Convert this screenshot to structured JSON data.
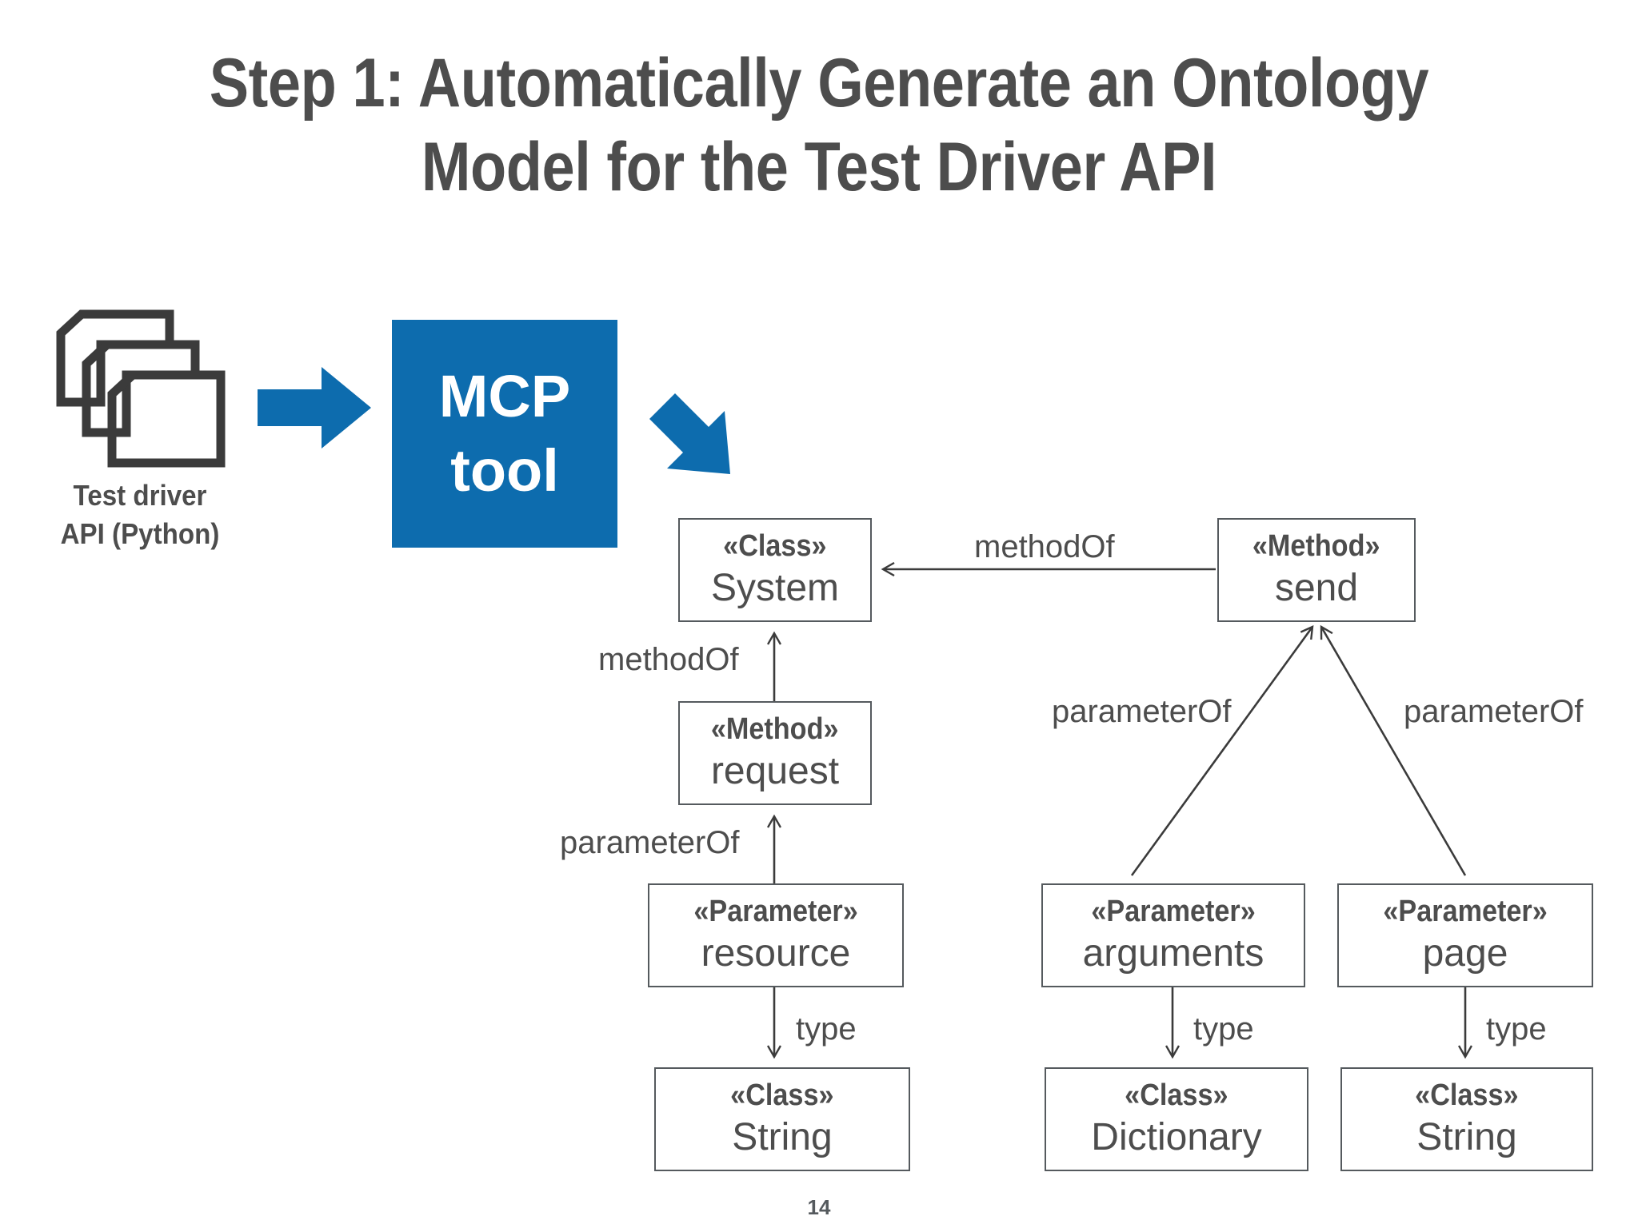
{
  "slide": {
    "title_line1": "Step 1: Automatically Generate an Ontology",
    "title_line2": "Model for the Test Driver API",
    "page_number": "14",
    "accent_color": "#0d6cae",
    "ink_color": "#4d4d4d",
    "stroke_color": "#555a5e"
  },
  "source": {
    "icon": "stacked-documents-icon",
    "label_line1": "Test driver",
    "label_line2": "API (Python)"
  },
  "arrows": {
    "right_arrow_icon": "arrow-right-icon",
    "diagonal_arrow_icon": "arrow-down-right-icon"
  },
  "tool": {
    "line1": "MCP",
    "line2": "tool"
  },
  "chart_data": {
    "type": "diagram",
    "title": "Ontology model for the Test Driver API",
    "nodes": [
      {
        "id": "class-system",
        "stereotype": "«Class»",
        "name": "System"
      },
      {
        "id": "method-send",
        "stereotype": "«Method»",
        "name": "send"
      },
      {
        "id": "method-request",
        "stereotype": "«Method»",
        "name": "request"
      },
      {
        "id": "param-resource",
        "stereotype": "«Parameter»",
        "name": "resource"
      },
      {
        "id": "param-arguments",
        "stereotype": "«Parameter»",
        "name": "arguments"
      },
      {
        "id": "param-page",
        "stereotype": "«Parameter»",
        "name": "page"
      },
      {
        "id": "class-string-left",
        "stereotype": "«Class»",
        "name": "String"
      },
      {
        "id": "class-dictionary",
        "stereotype": "«Class»",
        "name": "Dictionary"
      },
      {
        "id": "class-string-right",
        "stereotype": "«Class»",
        "name": "String"
      }
    ],
    "edges": [
      {
        "from": "method-send",
        "to": "class-system",
        "label": "methodOf"
      },
      {
        "from": "method-request",
        "to": "class-system",
        "label": "methodOf"
      },
      {
        "from": "param-resource",
        "to": "method-request",
        "label": "parameterOf"
      },
      {
        "from": "param-arguments",
        "to": "method-send",
        "label": "parameterOf"
      },
      {
        "from": "param-page",
        "to": "method-send",
        "label": "parameterOf"
      },
      {
        "from": "param-resource",
        "to": "class-string-left",
        "label": "type"
      },
      {
        "from": "param-arguments",
        "to": "class-dictionary",
        "label": "type"
      },
      {
        "from": "param-page",
        "to": "class-string-right",
        "label": "type"
      }
    ],
    "edge_labels": {
      "methodOf_send": "methodOf",
      "methodOf_request": "methodOf",
      "parameterOf_resource": "parameterOf",
      "parameterOf_arguments": "parameterOf",
      "parameterOf_page": "parameterOf",
      "type_resource": "type",
      "type_arguments": "type",
      "type_page": "type"
    }
  }
}
